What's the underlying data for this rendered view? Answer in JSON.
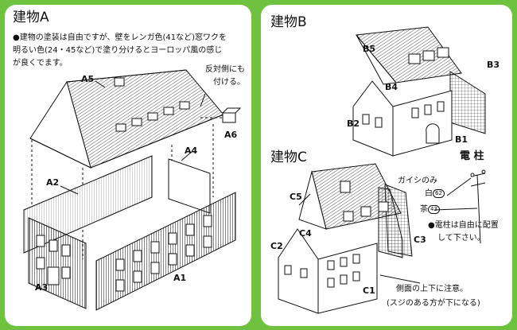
{
  "panel_a": {
    "title": "建物A",
    "instructions": [
      "●建物の塗装は自由ですが、壁をレンガ色(41など)窓ワクを",
      "明るい色(24・45など)で塗り分けるとヨーロッパ風の感じ",
      "が良くでます。"
    ],
    "side_note": [
      "反対側にも",
      "付ける。"
    ],
    "labels": {
      "a1": "A1",
      "a2": "A2",
      "a3": "A3",
      "a4": "A4",
      "a5": "A5",
      "a6": "A6"
    }
  },
  "panel_b": {
    "title_b": "建物B",
    "title_c": "建物C",
    "labels": {
      "b1": "B1",
      "b2": "B2",
      "b3": "B3",
      "b4": "B4",
      "b5": "B5",
      "c1": "C1",
      "c2": "C2",
      "c3": "C3",
      "c4": "C4",
      "c5": "C5"
    },
    "pole_title": "電 柱",
    "insulator": "ガイシのみ",
    "white": "白",
    "white_num": "62",
    "brown": "茶",
    "brown_num": "43",
    "pole_note": [
      "●電柱は自由に配置",
      "して下さい。"
    ],
    "side_note": [
      "側面の上下に注意。",
      "(スジのある方が下になる)"
    ]
  },
  "colors": {
    "background": "#6ec23f",
    "panel": "#ffffff",
    "ink": "#111111"
  }
}
